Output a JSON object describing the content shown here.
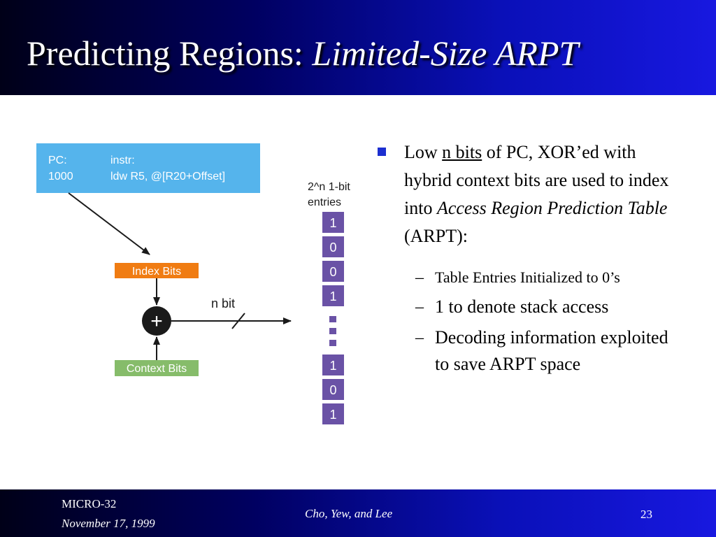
{
  "slide": {
    "title_main": "Predicting Regions: ",
    "title_italic": "Limited-Size ARPT"
  },
  "diagram": {
    "pc_label": "PC:",
    "pc_value": "1000",
    "instr_label": "instr:",
    "instr_value": "ldw R5, @[R20+Offset]",
    "index_bits": "Index Bits",
    "context_bits": "Context Bits",
    "plus": "+",
    "n_bit": "n bit",
    "entries_line1": "2^n 1-bit",
    "entries_line2": "entries",
    "table_top": [
      "1",
      "0",
      "0",
      "1"
    ],
    "table_bottom": [
      "1",
      "0",
      "1"
    ]
  },
  "bullets": {
    "main": {
      "p1": "Low ",
      "p2": "n bits",
      "p3": " of PC, XOR’ed with hybrid context bits are used to index into ",
      "p4": "Access Region Prediction Table",
      "p5": " (ARPT):"
    },
    "sub": [
      "Table Entries Initialized to 0’s",
      "1 to denote stack access",
      "Decoding information exploited to save ARPT space"
    ]
  },
  "footer": {
    "conference": "MICRO-32",
    "date": "November 17, 1999",
    "authors": "Cho, Yew, and Lee",
    "page": "23"
  },
  "colors": {
    "title_bar": "#0a10b8",
    "pc_box": "#55b4ec",
    "index_box": "#f07c12",
    "context_box": "#86bc6a",
    "table_cell": "#6a52a6",
    "bullet": "#1c2fd0"
  }
}
